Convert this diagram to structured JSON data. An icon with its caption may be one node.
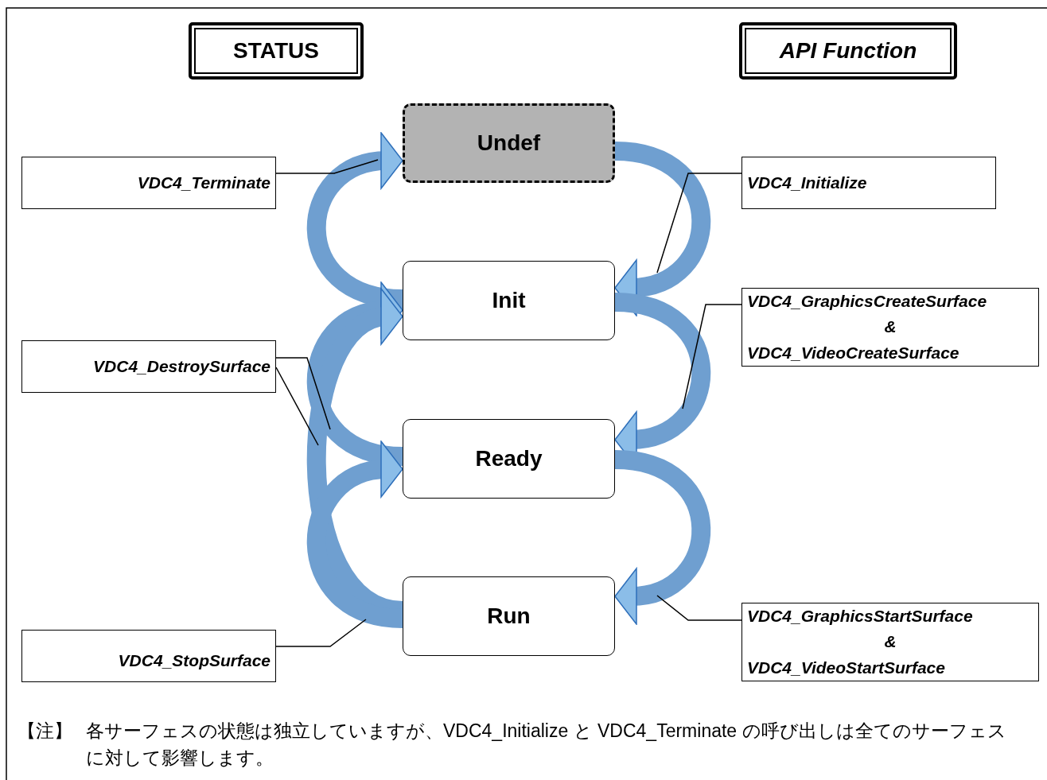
{
  "diagram": {
    "nodes": [
      {
        "text": [
          "STATUS"
        ]
      },
      {
        "text": [
          "API Function"
        ]
      },
      {
        "text": [
          "Undef"
        ]
      },
      {
        "text": [
          "Init"
        ]
      },
      {
        "text": [
          "Ready"
        ]
      },
      {
        "text": [
          "Run"
        ]
      },
      {
        "text": [
          "VDC4_Terminate"
        ]
      },
      {
        "text": [
          "VDC4_Initialize"
        ]
      },
      {
        "text": [
          "VDC4_DestroySurface"
        ]
      },
      {
        "text": [
          "VDC4_GraphicsCreateSurface",
          "&",
          "VDC4_VideoCreateSurface"
        ]
      },
      {
        "text": [
          "VDC4_StopSurface"
        ]
      },
      {
        "text": [
          "VDC4_GraphicsStartSurface",
          "&",
          "VDC4_VideoStartSurface"
        ]
      }
    ],
    "edges": [
      {
        "from": 3,
        "to": 2,
        "arrow": "to",
        "style": "thick"
      },
      {
        "from": 4,
        "to": 3,
        "arrow": "to",
        "style": "thick"
      },
      {
        "from": 5,
        "to": 3,
        "arrow": "to",
        "style": "thick"
      },
      {
        "from": 5,
        "to": 4,
        "arrow": "to",
        "style": "thick"
      },
      {
        "from": 2,
        "to": 3,
        "arrow": "to",
        "style": "thick"
      },
      {
        "from": 3,
        "to": 4,
        "arrow": "to",
        "style": "thick"
      },
      {
        "from": 4,
        "to": 5,
        "arrow": "to",
        "style": "thick"
      },
      {
        "from": 6,
        "to": null,
        "arrow": "none",
        "color": "#000000"
      },
      {
        "from": 7,
        "to": null,
        "arrow": "none",
        "color": "#000000"
      },
      {
        "from": 9,
        "to": null,
        "arrow": "none",
        "color": "#000000"
      },
      {
        "from": 8,
        "to": null,
        "arrow": "none",
        "color": "#000000"
      },
      {
        "from": 8,
        "to": null,
        "arrow": "none",
        "color": "#000000"
      },
      {
        "from": 10,
        "to": null,
        "arrow": "none",
        "color": "#000000"
      },
      {
        "from": 11,
        "to": null,
        "arrow": "none",
        "color": "#000000"
      }
    ],
    "labels": [
      "【注】",
      "各サーフェスの状態は独立していますが、VDC4_Initialize と VDC4_Terminate の呼び出しは全てのサーフェスに対して影響します。"
    ]
  }
}
